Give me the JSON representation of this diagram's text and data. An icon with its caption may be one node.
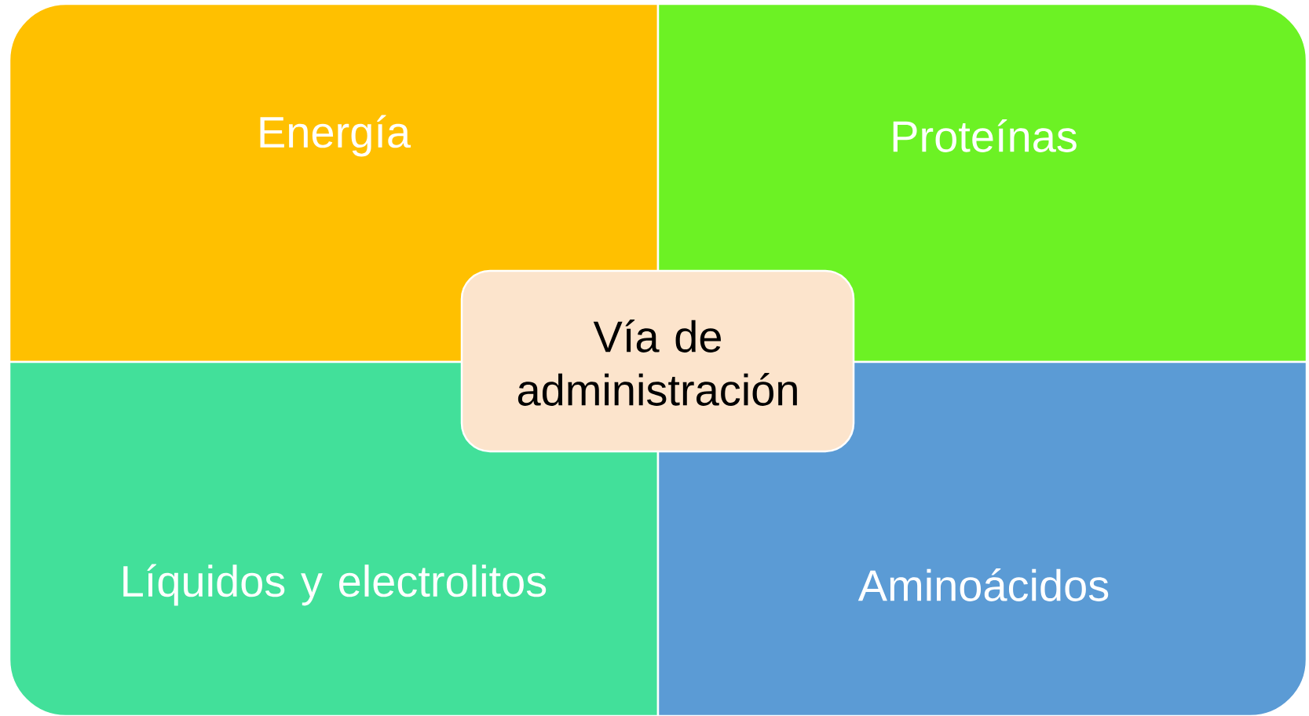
{
  "diagram": {
    "nodes": [
      {
        "text": [
          "Energía"
        ]
      },
      {
        "text": [
          "Proteínas"
        ]
      },
      {
        "text": [
          "Líquidos y electrolitos"
        ]
      },
      {
        "text": [
          "Aminoácidos"
        ]
      },
      {
        "text": [
          "Vía de administración"
        ]
      }
    ]
  }
}
